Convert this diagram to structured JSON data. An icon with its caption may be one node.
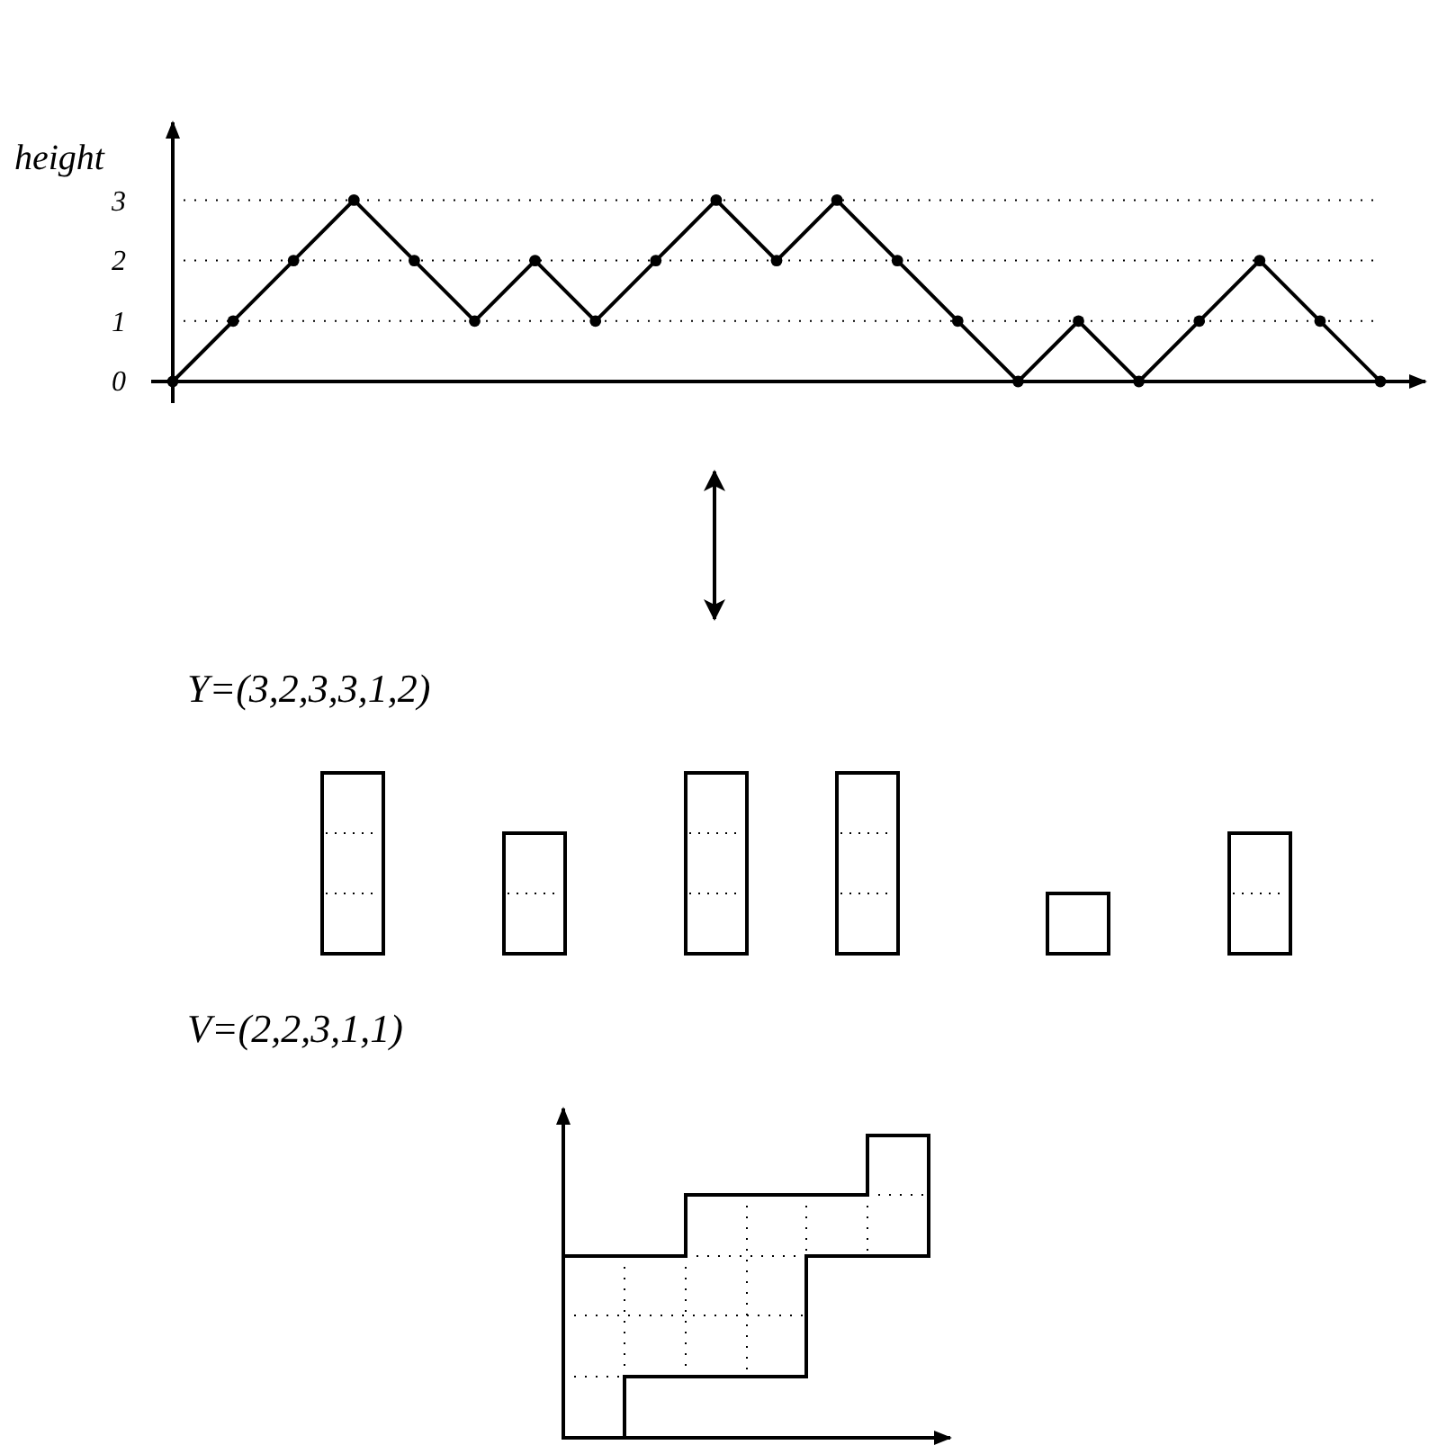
{
  "diagram": {
    "labels": [
      "height",
      "3",
      "2",
      "1",
      "0",
      "Y=(3,2,3,3,1,2)",
      "V=(2,2,3,1,1)"
    ]
  }
}
